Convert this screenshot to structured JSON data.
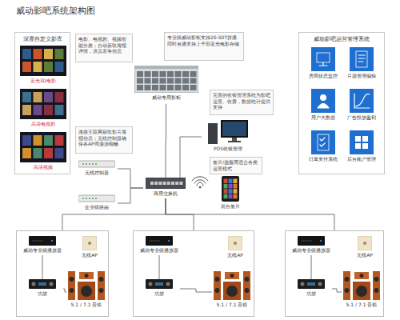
{
  "diagram": {
    "title": "威动影吧系统架构图",
    "nodes": [
      {
        "text": [
          "深度自定义影库"
        ]
      },
      {
        "text": [
          "蓝光3D电影"
        ],
        "in": 0
      },
      {
        "text": [
          "高清电视剧"
        ],
        "in": 0
      },
      {
        "text": [
          "高清视频"
        ],
        "in": 0
      },
      {
        "text": [
          "电影、电视剧、视频智能分类；自动获取海报详情，演员表等信息"
        ]
      },
      {
        "text": [
          "专业级威动影柜支持20-50T拼播同时点播支持上千部蓝光电影存储"
        ]
      },
      {
        "text": [
          "威动影吧运营管理系统"
        ]
      },
      {
        "text": [
          "房间状态监控"
        ],
        "in": 6
      },
      {
        "text": [
          "片源管理编辑"
        ],
        "in": 6
      },
      {
        "text": [
          "用户大数据"
        ],
        "in": 6
      },
      {
        "text": [
          "广告投放盈利"
        ],
        "in": 6
      },
      {
        "text": [
          "订单支付系统"
        ],
        "in": 6
      },
      {
        "text": [
          "后台账户管理"
        ],
        "in": 6
      },
      {
        "text": [
          "威动专用影柜"
        ]
      },
      {
        "text": [
          "完善的收银管理系统为影吧运营、收费，数据统计提供支持"
        ]
      },
      {
        "text": [
          "POS收银管理"
        ]
      },
      {
        "text": [
          "连接互联网获取影片海报信息；无线控制器确保各AP间漫游顺畅"
        ]
      },
      {
        "text": [
          "签片/选服周适合各类运营模式"
        ]
      },
      {
        "text": [
          "无线控制器"
        ]
      },
      {
        "text": [
          "商用交换机"
        ]
      },
      {
        "text": [
          "前台签片"
        ]
      },
      {
        "text": [
          "企业级路由"
        ]
      },
      {
        "text": []
      },
      {
        "text": [
          "威动专业级播放器"
        ],
        "in": 22
      },
      {
        "text": [
          "无线AP"
        ],
        "in": 22
      },
      {
        "text": [
          "功放"
        ],
        "in": 22
      },
      {
        "text": [
          "5.1 / 7.1 音箱"
        ],
        "in": 22
      },
      {
        "text": []
      },
      {
        "text": [
          "威动专业级播放器"
        ],
        "in": 27
      },
      {
        "text": [
          "无线AP"
        ],
        "in": 27
      },
      {
        "text": [
          "功放"
        ],
        "in": 27
      },
      {
        "text": [
          "5.1 / 7.1 音箱"
        ],
        "in": 27
      },
      {
        "text": []
      },
      {
        "text": [
          "威动专业级播放器"
        ],
        "in": 32
      },
      {
        "text": [
          "无线AP"
        ],
        "in": 32
      },
      {
        "text": [
          "功放"
        ],
        "in": 32
      },
      {
        "text": [
          "5.1 / 7.1 音箱"
        ],
        "in": 32
      }
    ],
    "edges": [
      {
        "from": 13,
        "to": 19,
        "arrow": "none"
      },
      {
        "from": 15,
        "to": 19,
        "arrow": "none"
      },
      {
        "from": 18,
        "to": 19,
        "arrow": "none"
      },
      {
        "from": 21,
        "to": 19,
        "arrow": "none"
      },
      {
        "from": 19,
        "to": 22,
        "arrow": "none"
      },
      {
        "from": 19,
        "to": 27,
        "arrow": "none"
      },
      {
        "from": 19,
        "to": 32,
        "arrow": "none"
      },
      {
        "from": 23,
        "to": 25,
        "arrow": "none"
      },
      {
        "from": 25,
        "to": 26,
        "arrow": "none"
      },
      {
        "from": 28,
        "to": 30,
        "arrow": "none"
      },
      {
        "from": 30,
        "to": 31,
        "arrow": "none"
      },
      {
        "from": 33,
        "to": 35,
        "arrow": "none"
      },
      {
        "from": 35,
        "to": 36,
        "arrow": "none"
      }
    ]
  }
}
